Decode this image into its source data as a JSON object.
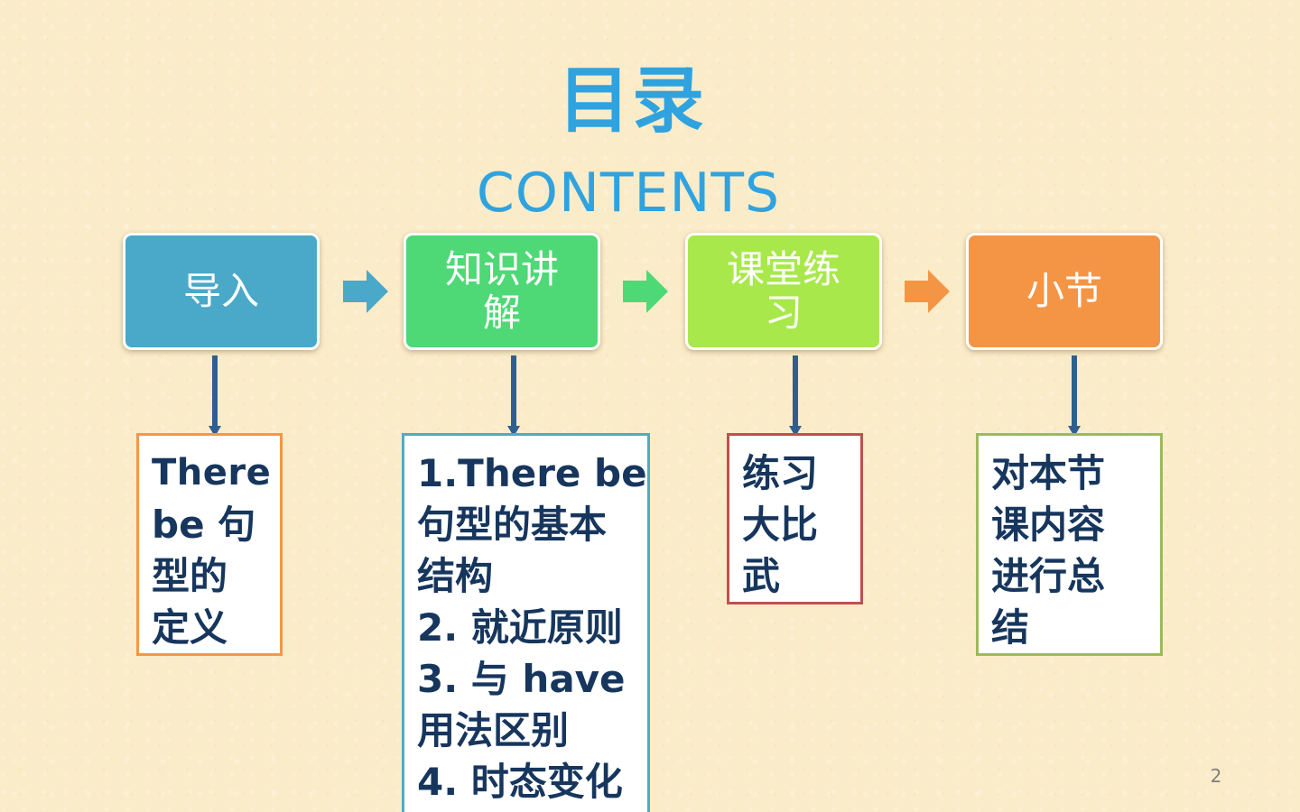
{
  "slide": {
    "title": "目录",
    "subtitle": "CONTENTS",
    "page_number": "2"
  },
  "steps": [
    {
      "label_lines": [
        "导入"
      ],
      "color": "#4aa8c8"
    },
    {
      "label_lines": [
        "知识讲",
        "解"
      ],
      "color": "#4fd876"
    },
    {
      "label_lines": [
        "课堂练",
        "习"
      ],
      "color": "#a8e84b"
    },
    {
      "label_lines": [
        "小节"
      ],
      "color": "#f49546"
    }
  ],
  "arrow_colors": [
    "#4aa8c8",
    "#4fd876",
    "#f49546"
  ],
  "connector_color": "#2f5f8f",
  "details": [
    {
      "lines": [
        "There",
        "be  句",
        "型的",
        "定义"
      ],
      "border_color": "#f79646"
    },
    {
      "lines": [
        "1.There be",
        "句型的基本",
        "结构",
        "2. 就近原则",
        "3. 与 have",
        "用法区别",
        "4. 时态变化"
      ],
      "border_color": "#4bacc6"
    },
    {
      "lines": [
        "练习",
        "大比",
        "武"
      ],
      "border_color": "#c0504d"
    },
    {
      "lines": [
        "对本节",
        "课内容",
        "进行总",
        "结"
      ],
      "border_color": "#9bbb59"
    }
  ]
}
